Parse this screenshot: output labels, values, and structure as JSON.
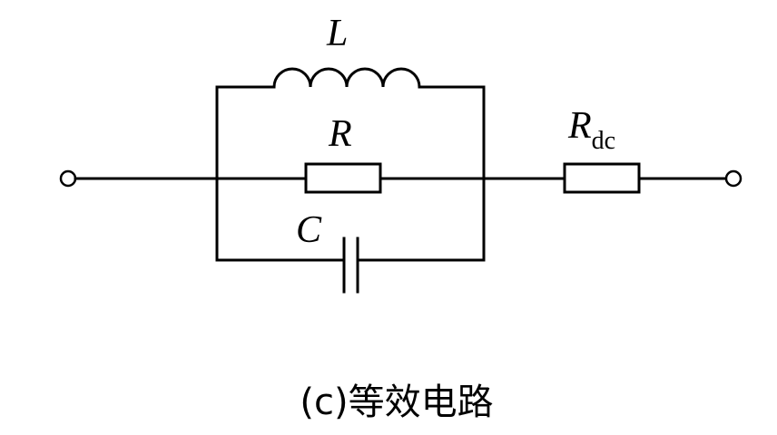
{
  "labels": {
    "inductor": "L",
    "resistor": "R",
    "capacitor": "C",
    "series_resistor_main": "R",
    "series_resistor_sub": "dc"
  },
  "caption": "(c)等效电路"
}
